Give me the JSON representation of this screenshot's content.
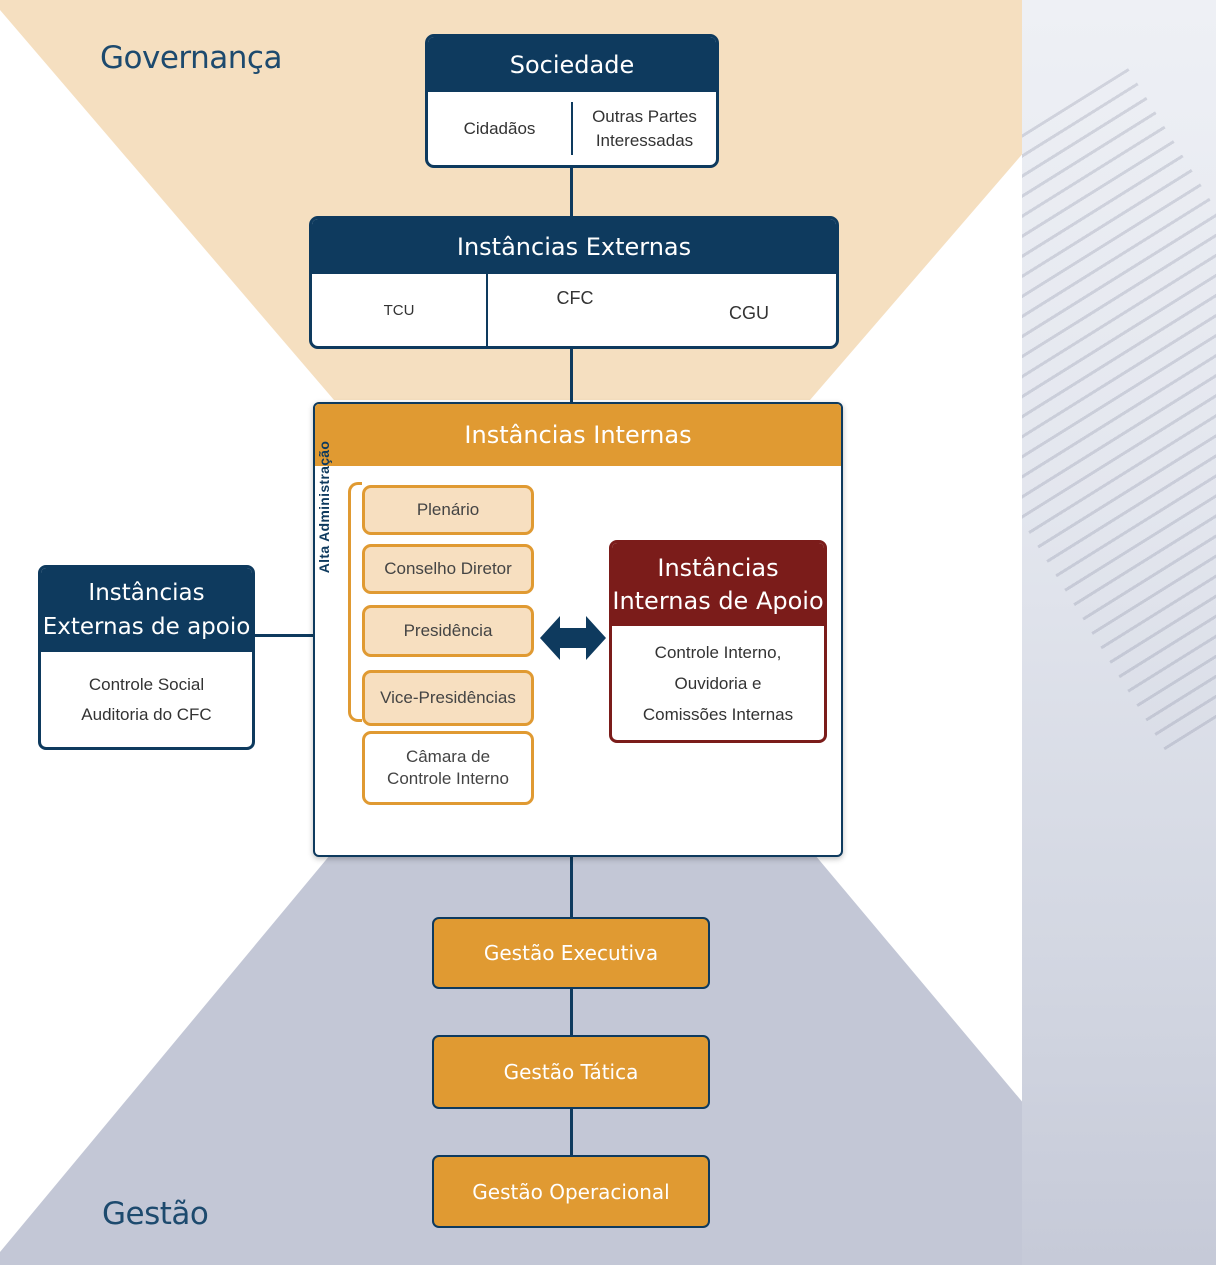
{
  "colors": {
    "navy": "#0e3a5e",
    "orange": "#e09a32",
    "light_orange": "#f7dfc0",
    "dark_red": "#7b1c1a",
    "governance_band": "#f5dfc0",
    "gestao_band": "#c3c7d6"
  },
  "regions": {
    "top_label": "Governança",
    "bottom_label": "Gestão"
  },
  "sociedade": {
    "title": "Sociedade",
    "items": [
      "Cidadãos",
      "Outras Partes\nInteressadas"
    ]
  },
  "externas": {
    "title": "Instâncias Externas",
    "items": [
      "TCU",
      "CFC",
      "CGU"
    ]
  },
  "internas": {
    "title": "Instâncias Internas",
    "alta_label": "Alta Administração",
    "items": [
      "Plenário",
      "Conselho Diretor",
      "Presidência",
      "Vice-Presidências",
      "Câmara de\nControle Interno"
    ]
  },
  "externas_apoio": {
    "title": "Instâncias\nExternas de apoio",
    "body": "Controle Social\nAuditoria do CFC"
  },
  "internas_apoio": {
    "title": "Instâncias\nInternas de Apoio",
    "body": "Controle Interno,\nOuvidoria e\nComissões Internas"
  },
  "gestao": {
    "items": [
      "Gestão Executiva",
      "Gestão Tática",
      "Gestão Operacional"
    ]
  }
}
